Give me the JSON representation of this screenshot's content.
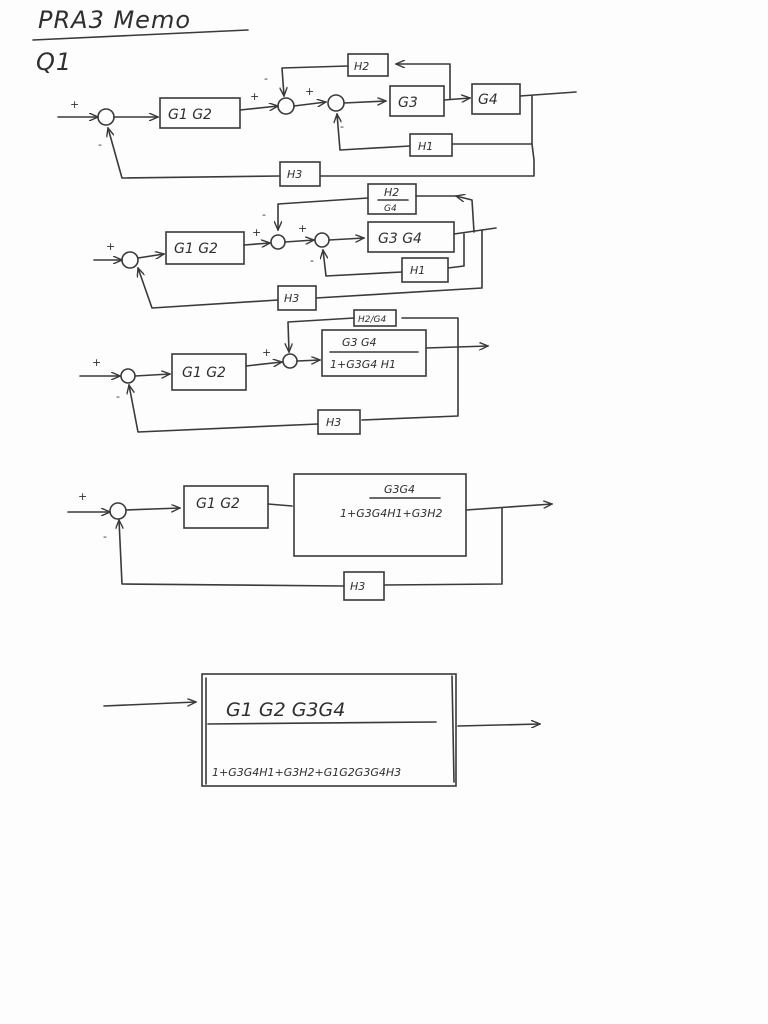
{
  "header": {
    "title": "PRA3  Memo",
    "question": "Q1"
  },
  "d1": {
    "g1g2": "G1 G2",
    "h2": "H2",
    "g3": "G3",
    "g4": "G4",
    "h1": "H1",
    "h3": "H3",
    "plus": "+",
    "minus": "-"
  },
  "d2": {
    "g1g2": "G1 G2",
    "h2_num": "H2",
    "h2_den": "G4",
    "g3g4": "G3 G4",
    "h1": "H1",
    "h3": "H3",
    "plus": "+",
    "minus": "-"
  },
  "d3": {
    "g1g2": "G1 G2",
    "h2g4": "H2/G4",
    "num": "G3 G4",
    "den": "1+G3G4 H1",
    "h3": "H3",
    "plus": "+",
    "minus": "-"
  },
  "d4": {
    "g1g2": "G1 G2",
    "num": "G3G4",
    "den": "1+G3G4H1+G3H2",
    "h3": "H3",
    "plus": "+",
    "minus": "-"
  },
  "final": {
    "num": "G1 G2 G3G4",
    "den": "1+G3G4H1+G3H2+G1G2G3G4H3"
  }
}
